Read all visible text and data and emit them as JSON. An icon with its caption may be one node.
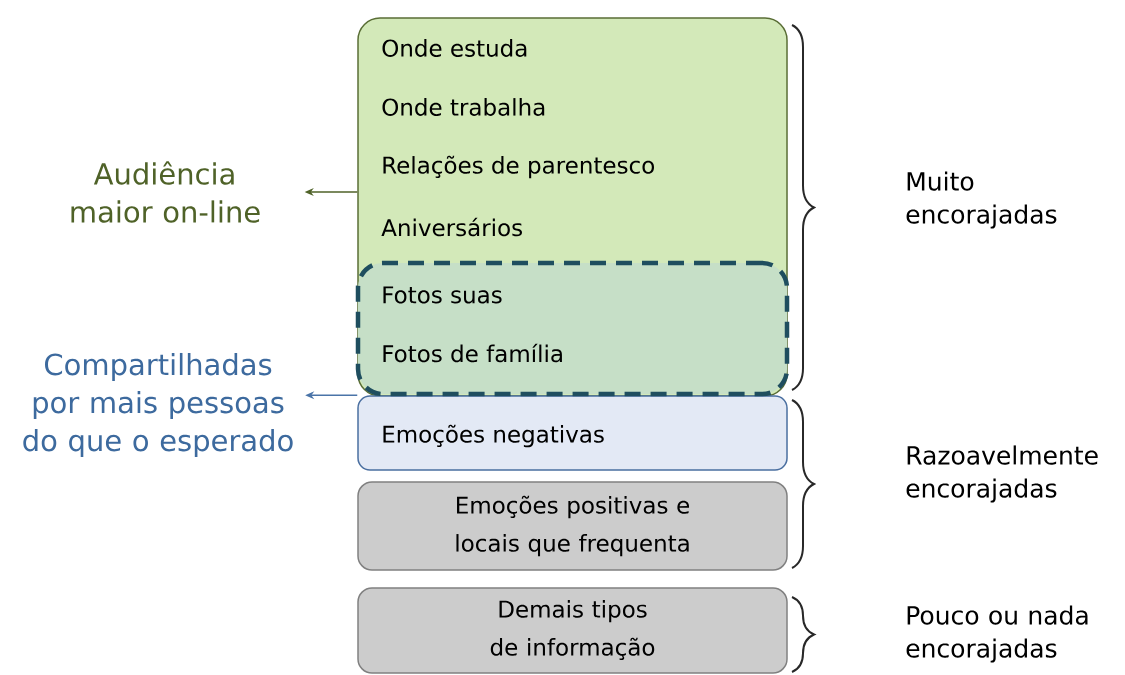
{
  "diagram": {
    "nodes": [
      {
        "text": [
          "Onde estuda",
          "Onde trabalha",
          "Relações de parentesco",
          "Aniversários"
        ]
      },
      {
        "text": [
          "Fotos suas",
          "Fotos de família"
        ],
        "in": 0
      },
      {
        "text": [
          "Emoções negativas"
        ]
      },
      {
        "text": [
          "Emoções positivas e locais que frequenta"
        ]
      },
      {
        "text": [
          "Demais tipos de informação"
        ]
      },
      {
        "text": [
          "Audiência maior on-line"
        ]
      },
      {
        "text": [
          "Compartilhadas por mais pessoas do que o esperado"
        ]
      }
    ],
    "edges": [
      {
        "from": 0,
        "to": 5,
        "arrow": "to",
        "color": "#4f6228"
      },
      {
        "from": 2,
        "to": 6,
        "arrow": "to",
        "color": "#4a74a8"
      }
    ],
    "labels": [
      "Muito encorajadas",
      "Razoavelmente encorajadas",
      "Pouco ou nada encorajadas"
    ]
  }
}
